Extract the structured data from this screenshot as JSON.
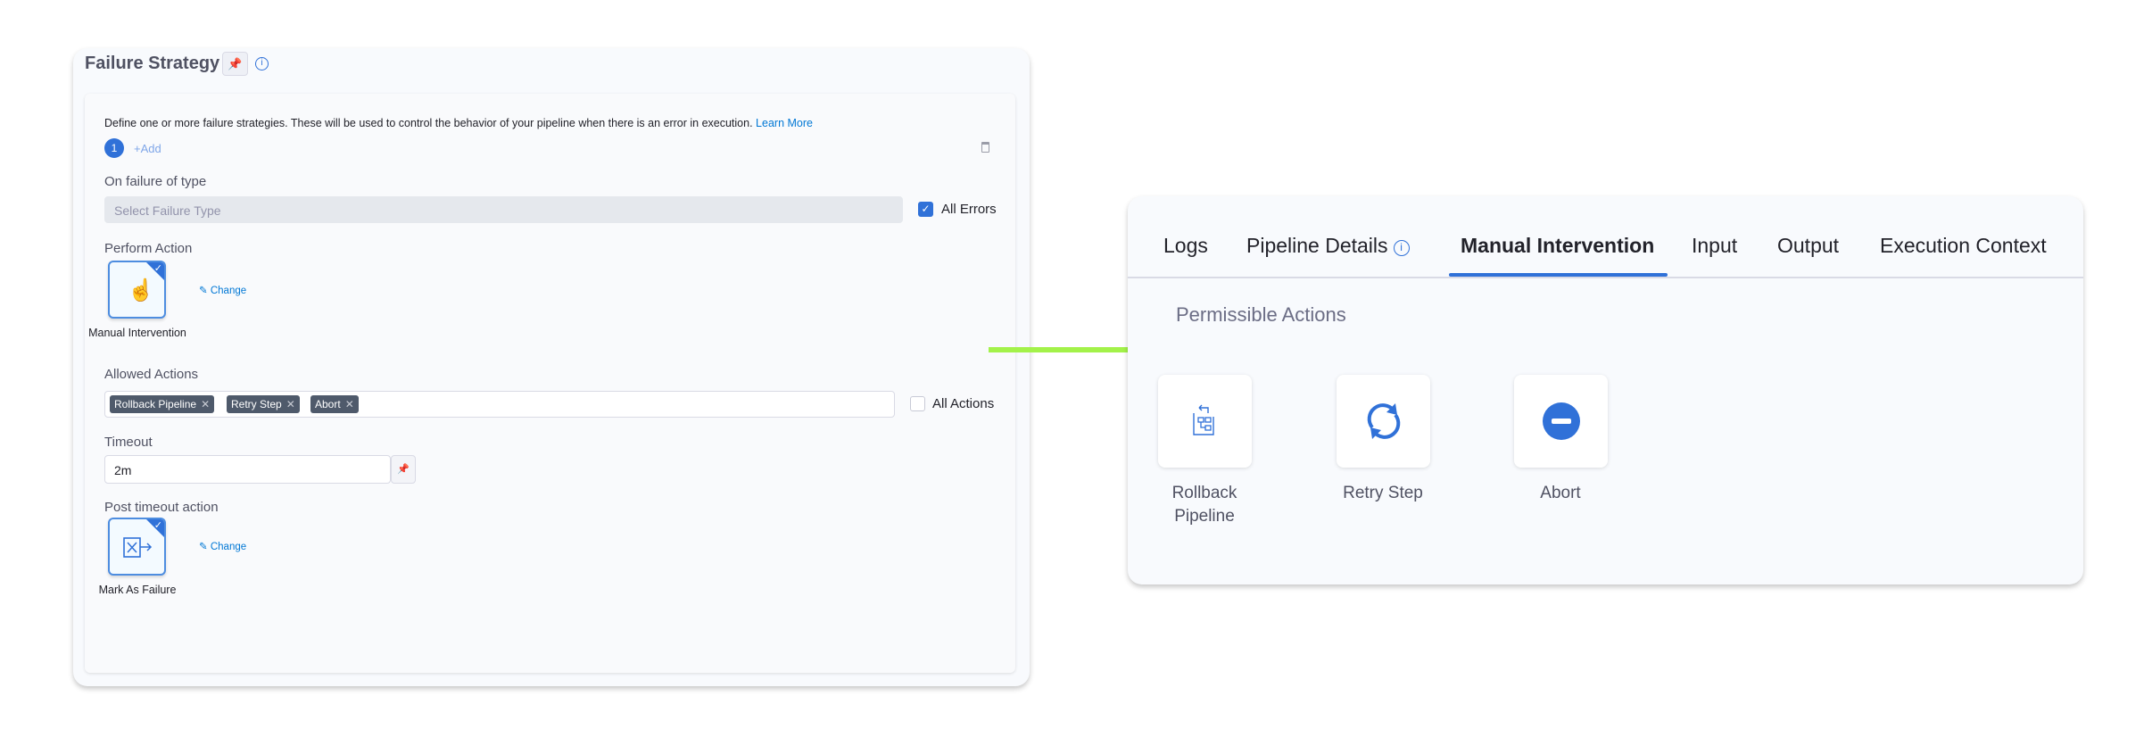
{
  "failure_strategy": {
    "title": "Failure Strategy",
    "description": "Define one or more failure strategies. These will be used to control the behavior of your pipeline when there is an error in execution.",
    "learn_more": "Learn More",
    "step_number": "1",
    "add_label": "+Add",
    "on_failure_label": "On failure of type",
    "failure_type_placeholder": "Select Failure Type",
    "all_errors_label": "All Errors",
    "all_errors_checked": true,
    "perform_action_label": "Perform Action",
    "perform_action_value": "Manual Intervention",
    "change_label": "Change",
    "allowed_actions_label": "Allowed Actions",
    "allowed_actions": [
      "Rollback Pipeline",
      "Retry Step",
      "Abort"
    ],
    "all_actions_label": "All Actions",
    "all_actions_checked": false,
    "timeout_label": "Timeout",
    "timeout_value": "2m",
    "post_timeout_label": "Post timeout action",
    "post_timeout_value": "Mark As Failure"
  },
  "execution_panel": {
    "tabs": [
      {
        "label": "Logs"
      },
      {
        "label": "Pipeline Details"
      },
      {
        "label": "Manual Intervention",
        "active": true
      },
      {
        "label": "Input"
      },
      {
        "label": "Output"
      },
      {
        "label": "Execution Context"
      }
    ],
    "section_title": "Permissible Actions",
    "actions": [
      {
        "label": "Rollback Pipeline",
        "icon": "rollback-icon"
      },
      {
        "label": "Retry Step",
        "icon": "retry-icon"
      },
      {
        "label": "Abort",
        "icon": "abort-icon"
      }
    ]
  },
  "colors": {
    "accent": "#3071d8",
    "arrow": "#a3f24a",
    "tag": "#4f5a6b"
  }
}
